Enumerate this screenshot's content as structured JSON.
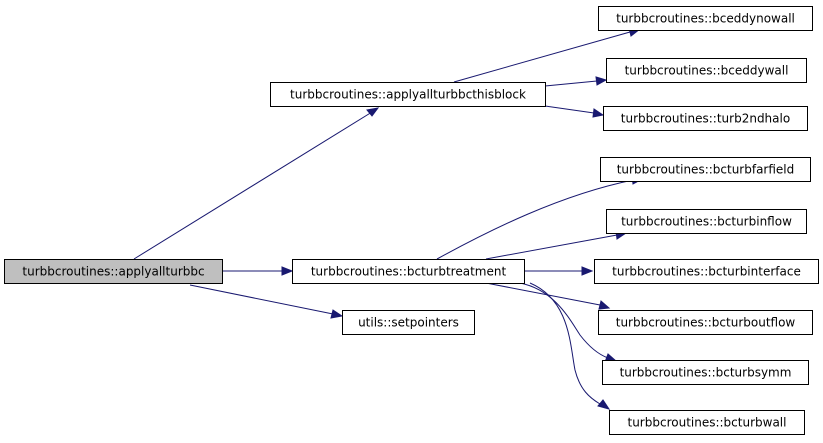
{
  "diagram": {
    "type": "call-graph",
    "nodes": [
      {
        "id": "root",
        "label": "turbbcroutines::applyallturbbc",
        "highlight": true
      },
      {
        "id": "applythis",
        "label": "turbbcroutines::applyallturbbcthisblock"
      },
      {
        "id": "bceddynowall",
        "label": "turbbcroutines::bceddynowall"
      },
      {
        "id": "bceddywall",
        "label": "turbbcroutines::bceddywall"
      },
      {
        "id": "turb2ndhalo",
        "label": "turbbcroutines::turb2ndhalo"
      },
      {
        "id": "bcturbtreatment",
        "label": "turbbcroutines::bcturbtreatment"
      },
      {
        "id": "bcturbfarfield",
        "label": "turbbcroutines::bcturbfarfield"
      },
      {
        "id": "bcturbinflow",
        "label": "turbbcroutines::bcturbinflow"
      },
      {
        "id": "bcturbinterface",
        "label": "turbbcroutines::bcturbinterface"
      },
      {
        "id": "bcturboutflow",
        "label": "turbbcroutines::bcturboutflow"
      },
      {
        "id": "bcturbsymm",
        "label": "turbbcroutines::bcturbsymm"
      },
      {
        "id": "bcturbwall",
        "label": "turbbcroutines::bcturbwall"
      },
      {
        "id": "setpointers",
        "label": "utils::setpointers"
      }
    ],
    "edges": [
      {
        "from": "root",
        "to": "applythis"
      },
      {
        "from": "root",
        "to": "bcturbtreatment"
      },
      {
        "from": "root",
        "to": "setpointers"
      },
      {
        "from": "applythis",
        "to": "bceddynowall"
      },
      {
        "from": "applythis",
        "to": "bceddywall"
      },
      {
        "from": "applythis",
        "to": "turb2ndhalo"
      },
      {
        "from": "bcturbtreatment",
        "to": "bcturbfarfield"
      },
      {
        "from": "bcturbtreatment",
        "to": "bcturbinflow"
      },
      {
        "from": "bcturbtreatment",
        "to": "bcturbinterface"
      },
      {
        "from": "bcturbtreatment",
        "to": "bcturboutflow"
      },
      {
        "from": "bcturbtreatment",
        "to": "bcturbsymm"
      },
      {
        "from": "bcturbtreatment",
        "to": "bcturbwall"
      }
    ],
    "colors": {
      "edge": "#191970",
      "root_fill": "#bfbfbf",
      "node_fill": "#ffffff",
      "border": "#000000"
    }
  }
}
